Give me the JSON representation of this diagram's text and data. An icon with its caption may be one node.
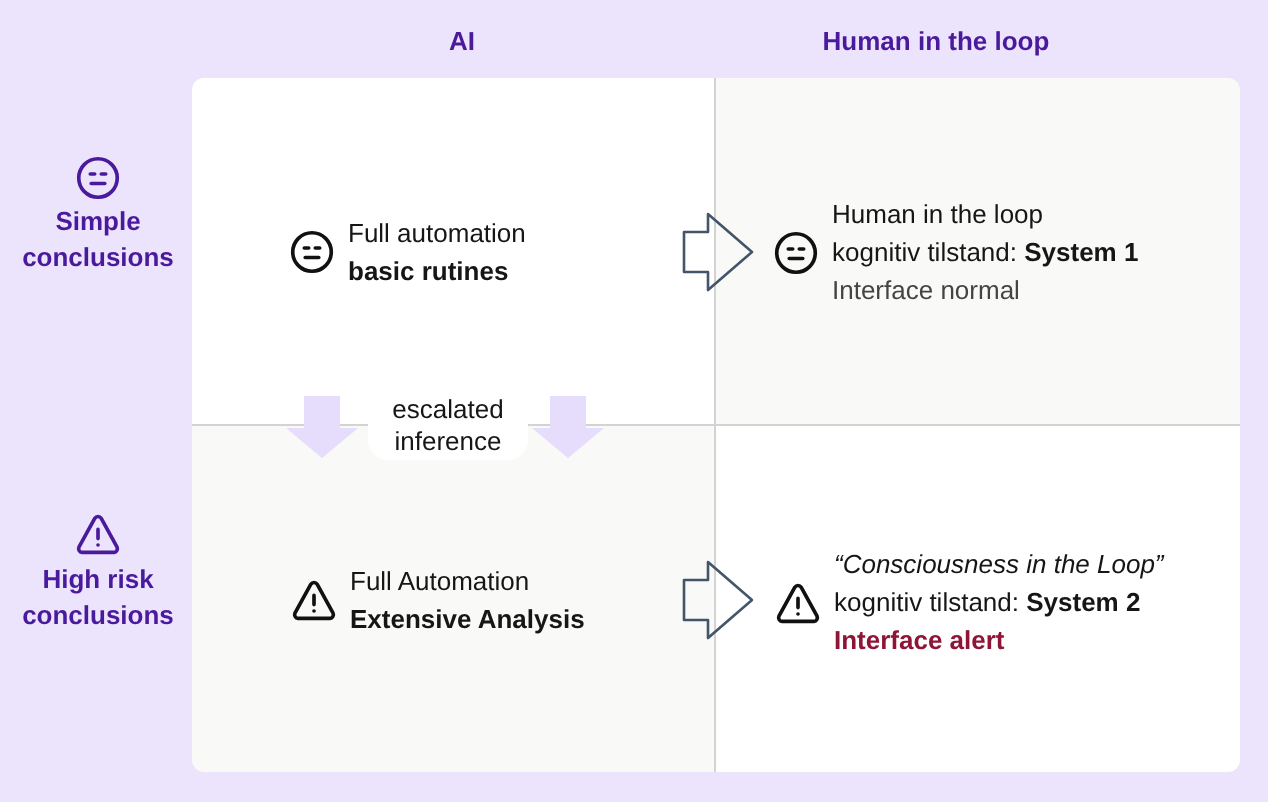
{
  "diagram": {
    "nodes": [
      {
        "text": [
          "Full automation",
          "basic rutines"
        ]
      },
      {
        "text": [
          "Human in the loop",
          "kognitiv tilstand: **System 1**",
          "Interface normal"
        ]
      },
      {
        "text": [
          "Full Automation",
          "Extensive Analysis"
        ]
      },
      {
        "text": [
          "“Consciousness in the Loop”",
          "kognitiv tilstand: **System 2**",
          "Interface alert"
        ]
      }
    ],
    "edges": [
      {
        "from": 0,
        "to": 1,
        "arrow": "to"
      },
      {
        "from": 0,
        "to": 2,
        "arrow": "to",
        "label": "escalated inference",
        "color": "#e6dcfb"
      },
      {
        "from": 0,
        "to": 2,
        "arrow": "to",
        "color": "#e6dcfb"
      },
      {
        "from": 2,
        "to": 3,
        "arrow": "to"
      }
    ],
    "labels": [
      "AI",
      "Human in the loop",
      "Simple conclusions",
      "High risk conclusions"
    ]
  }
}
